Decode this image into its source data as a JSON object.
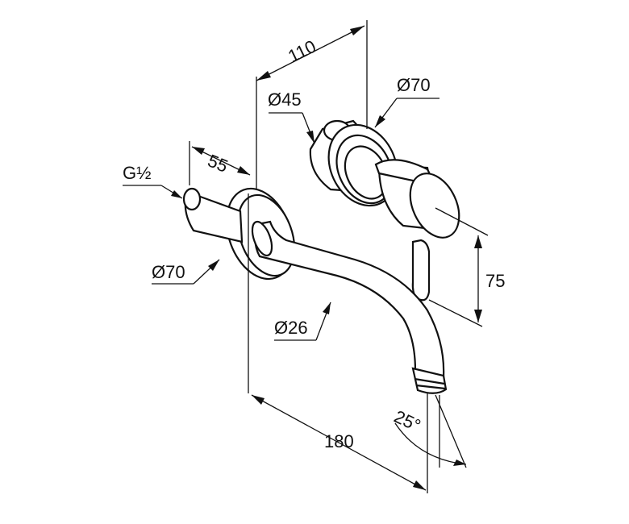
{
  "drawing": {
    "labels": {
      "dim_110": "110",
      "dia_45": "Ø45",
      "dia_70_top": "Ø70",
      "dim_55": "55",
      "thread": "G½",
      "dia_70_left": "Ø70",
      "dim_75": "75",
      "dia_26": "Ø26",
      "angle": "25°",
      "dim_180": "180"
    }
  }
}
